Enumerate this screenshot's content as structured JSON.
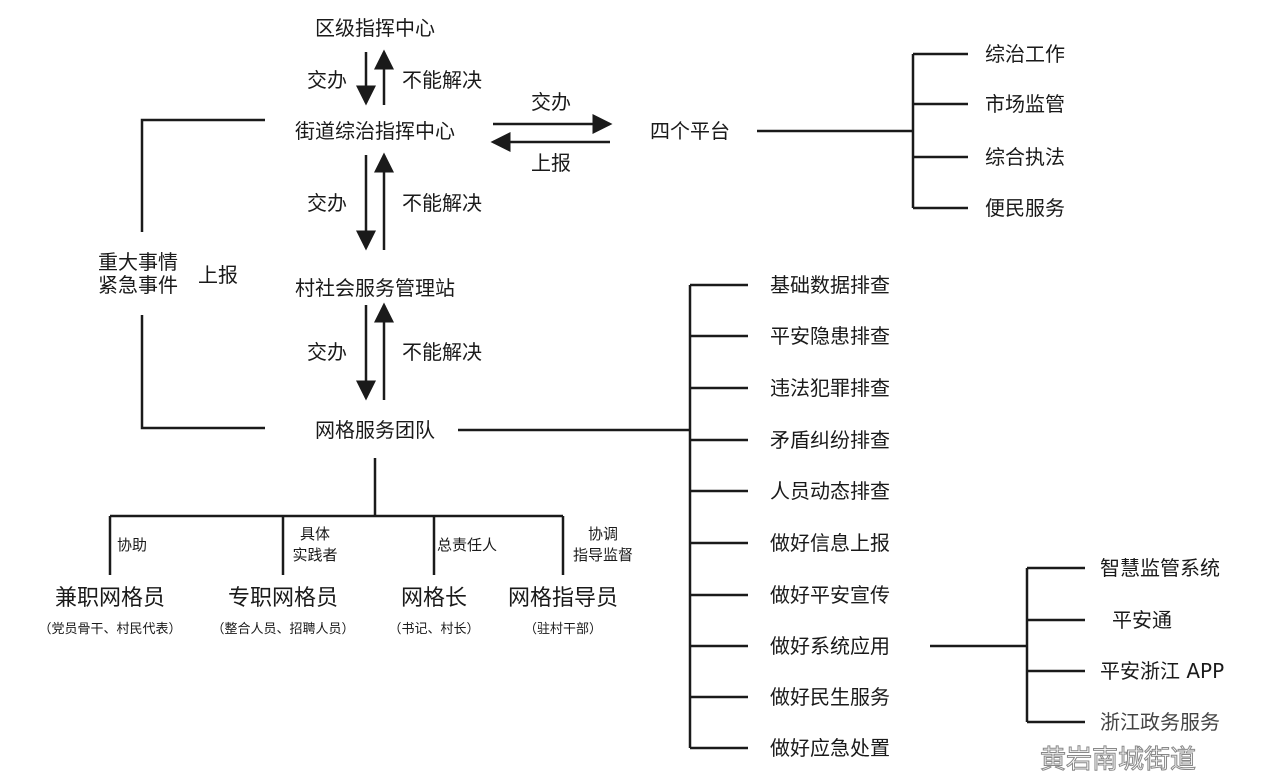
{
  "levels": {
    "district": "区级指挥中心",
    "street": "街道综治指挥中心",
    "village": "村社会服务管理站",
    "grid_team": "网格服务团队"
  },
  "arrows": {
    "assign": "交办",
    "unresolved": "不能解决",
    "report": "上报"
  },
  "platform": {
    "title": "四个平台",
    "items": [
      "综治工作",
      "市场监管",
      "综合执法",
      "便民服务"
    ]
  },
  "emergency": {
    "line1": "重大事情",
    "line2": "紧急事件",
    "action": "上报"
  },
  "duties": [
    "基础数据排查",
    "平安隐患排查",
    "违法犯罪排查",
    "矛盾纠纷排查",
    "人员动态排查",
    "做好信息上报",
    "做好平安宣传",
    "做好系统应用",
    "做好民生服务",
    "做好应急处置"
  ],
  "systems": [
    "智慧监管系统",
    "平安通",
    "平安浙江 APP",
    "浙江政务服务"
  ],
  "roles": [
    {
      "relation": "协助",
      "name": "兼职网格员",
      "note": "（党员骨干、村民代表）"
    },
    {
      "relation": "具体\n实践者",
      "relation_l1": "具体",
      "relation_l2": "实践者",
      "name": "专职网格员",
      "note": "（整合人员、招聘人员）"
    },
    {
      "relation": "总责任人",
      "name": "网格长",
      "note": "（书记、村长）"
    },
    {
      "relation_l1": "协调",
      "relation_l2": "指导监督",
      "name": "网格指导员",
      "note": "（驻村干部）"
    }
  ],
  "watermark": "黄岩南城街道"
}
